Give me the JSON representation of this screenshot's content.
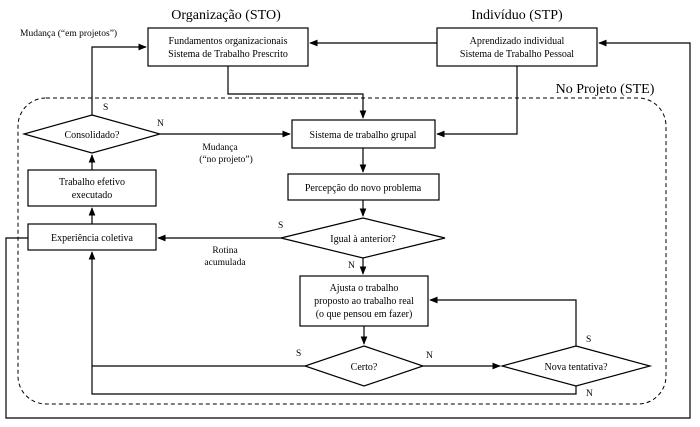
{
  "headers": {
    "organizacao": "Organização (STO)",
    "individuo": "Indivíduo (STP)",
    "projeto": "No Projeto (STE)"
  },
  "nodes": {
    "fundamentos": [
      "Fundamentos organizacionais",
      "Sistema de Trabalho Prescrito"
    ],
    "aprendizado": [
      "Aprendizado individual",
      "Sistema de Trabalho Pessoal"
    ],
    "consolidado": "Consolidado?",
    "sistema_grupal": "Sistema de trabalho grupal",
    "percepcao": "Percepção do novo problema",
    "trabalho_efetivo": [
      "Trabalho efetivo",
      "executado"
    ],
    "experiencia": "Experiência coletiva",
    "igual_anterior": "Igual à anterior?",
    "ajusta": [
      "Ajusta o trabalho",
      "proposto ao trabalho real",
      "(o que pensou em fazer)"
    ],
    "certo": "Certo?",
    "nova_tentativa": "Nova tentativa?"
  },
  "labels": {
    "mudanca_em_projetos": "Mudança (“em projetos”)",
    "mudanca_no_projeto": [
      "Mudança",
      "(“no projeto”)"
    ],
    "rotina": [
      "Rotina",
      "acumulada"
    ],
    "s": "S",
    "n": "N"
  }
}
